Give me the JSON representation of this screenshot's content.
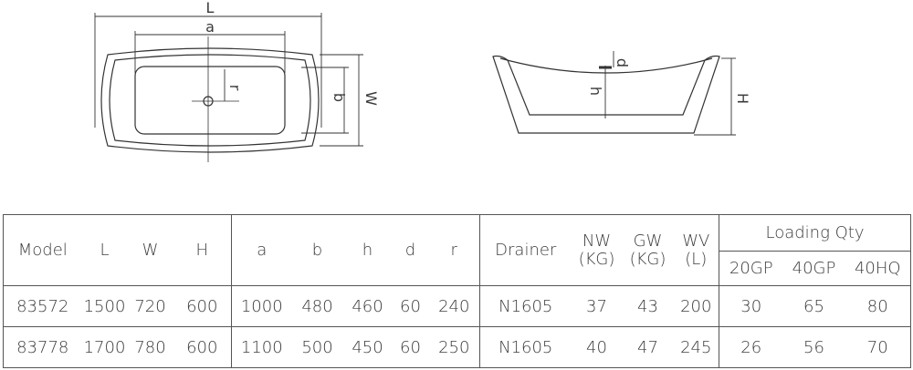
{
  "diagram": {
    "top_view": {
      "labels": {
        "L": "L",
        "a": "a",
        "r": "r",
        "b": "b",
        "W": "W"
      }
    },
    "side_view": {
      "labels": {
        "h": "h",
        "d": "d",
        "H": "H"
      }
    }
  },
  "table": {
    "headers": {
      "model": "Model",
      "L": "L",
      "W": "W",
      "H": "H",
      "a": "a",
      "b": "b",
      "h": "h",
      "d": "d",
      "r": "r",
      "drainer": "Drainer",
      "nw_1": "NW",
      "nw_2": "(KG)",
      "gw_1": "GW",
      "gw_2": "(KG)",
      "wv_1": "WV",
      "wv_2": "(L)",
      "loading": "Loading Qty",
      "gp20": "20GP",
      "gp40": "40GP",
      "hq40": "40HQ"
    },
    "rows": [
      {
        "model": "83572",
        "L": "1500",
        "W": "720",
        "H": "600",
        "a": "1000",
        "b": "480",
        "h": "460",
        "d": "60",
        "r": "240",
        "drainer": "N1605",
        "nw": "37",
        "gw": "43",
        "wv": "200",
        "gp20": "30",
        "gp40": "65",
        "hq40": "80"
      },
      {
        "model": "83778",
        "L": "1700",
        "W": "780",
        "H": "600",
        "a": "1100",
        "b": "500",
        "h": "450",
        "d": "60",
        "r": "250",
        "drainer": "N1605",
        "nw": "40",
        "gw": "47",
        "wv": "245",
        "gp20": "26",
        "gp40": "56",
        "hq40": "70"
      }
    ]
  }
}
